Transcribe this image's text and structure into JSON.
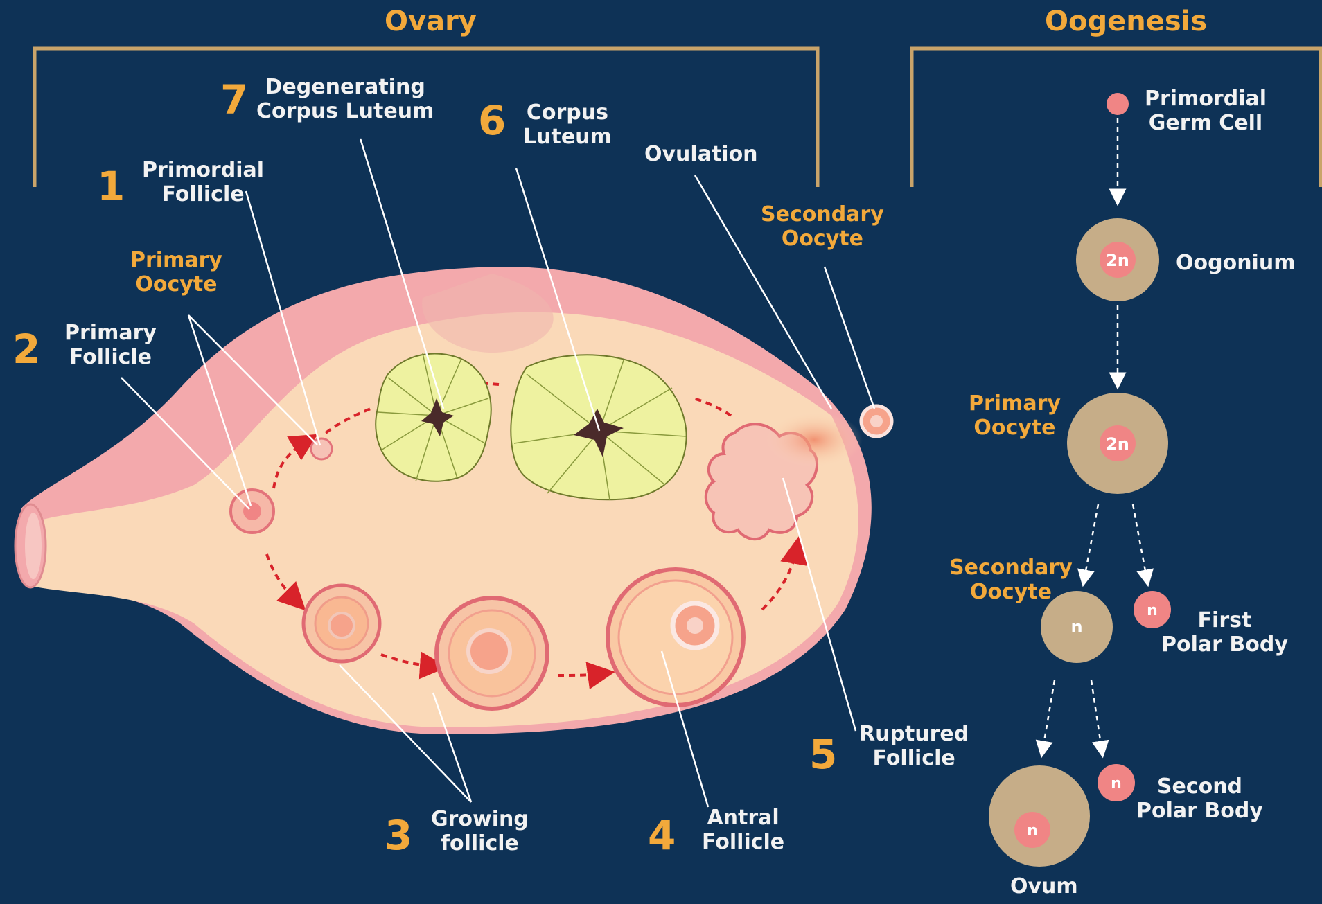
{
  "sections": {
    "ovary_title": "Ovary",
    "oogenesis_title": "Oogenesis"
  },
  "ovary": {
    "stages": [
      {
        "number": "1",
        "label_line1": "Primordial",
        "label_line2": "Follicle"
      },
      {
        "number": "2",
        "label_line1": "Primary",
        "label_line2": "Follicle"
      },
      {
        "number": "3",
        "label_line1": "Growing",
        "label_line2": "follicle"
      },
      {
        "number": "4",
        "label_line1": "Antral",
        "label_line2": "Follicle"
      },
      {
        "number": "5",
        "label_line1": "Ruptured",
        "label_line2": "Follicle"
      },
      {
        "number": "6",
        "label_line1": "Corpus",
        "label_line2": "Luteum"
      },
      {
        "number": "7",
        "label_line1": "Degenerating",
        "label_line2": "Corpus Luteum"
      }
    ],
    "primary_oocyte": {
      "line1": "Primary",
      "line2": "Oocyte"
    },
    "secondary_oocyte": {
      "line1": "Secondary",
      "line2": "Oocyte"
    },
    "ovulation": "Ovulation"
  },
  "oogenesis": {
    "primordial_germ_cell": {
      "line1": "Primordial",
      "line2": "Germ Cell"
    },
    "oogonium": {
      "label": "Oogonium",
      "ploidy": "2n"
    },
    "primary_oocyte": {
      "line1": "Primary",
      "line2": "Oocyte",
      "ploidy": "2n"
    },
    "secondary_oocyte": {
      "line1": "Secondary",
      "line2": "Oocyte",
      "ploidy": "n"
    },
    "first_polar_body": {
      "line1": "First",
      "line2": "Polar Body",
      "ploidy": "n"
    },
    "second_polar_body": {
      "line1": "Second",
      "line2": "Polar Body",
      "ploidy": "n"
    },
    "ovum": {
      "label": "Ovum",
      "ploidy": "n"
    }
  },
  "colors": {
    "background": "#0e3256",
    "accent_orange": "#f2a93b",
    "bracket": "#c9a46a",
    "ovary_fill": "#fad9b8",
    "ovary_outer": "#f3a9ac",
    "corpus_luteum": "#eef2a0",
    "cell_tan": "#c6ad88",
    "cell_pink": "#f08585",
    "arrow_red": "#d8232a"
  }
}
